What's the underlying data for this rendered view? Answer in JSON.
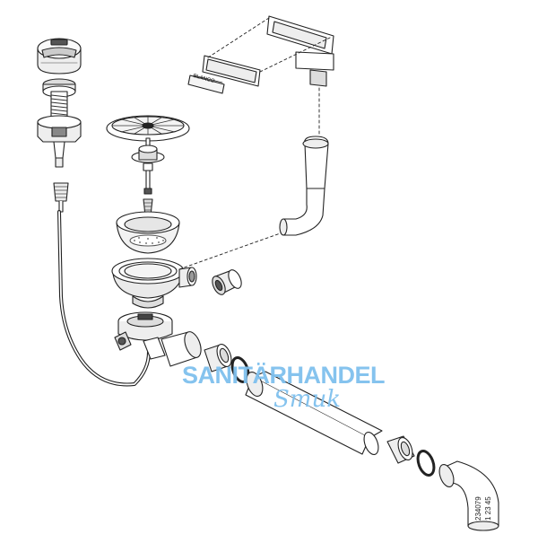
{
  "watermark": {
    "line1": "SANITÄRHANDEL",
    "line2": "Smuk",
    "color": "#7fc0ee"
  },
  "labels": {
    "elbow_code_1": "234079",
    "elbow_code_2": "1 23 45",
    "plate_text": "BLANCO"
  },
  "colors": {
    "line": "#222222",
    "fill": "#ffffff",
    "shade": "#d9d9d9",
    "dark": "#555555"
  }
}
